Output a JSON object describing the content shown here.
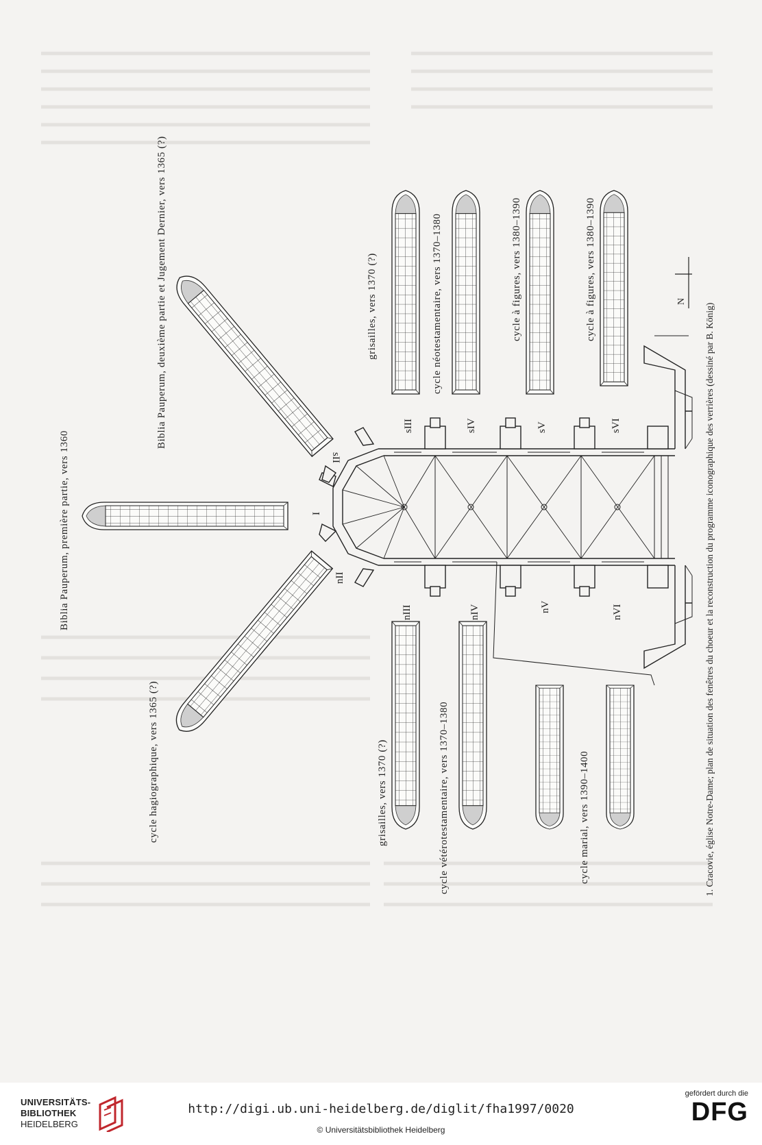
{
  "caption": "1. Cracovie, église Notre-Dame; plan de situation des fenêtres du choeur et la reconstruction du programme iconographique des verrières (dessiné par B. König)",
  "north_label": "N",
  "window_ids": {
    "I": "I",
    "nII": "nII",
    "sII": "sII",
    "nIII": "nIII",
    "sIII": "sIII",
    "nIV": "nIV",
    "sIV": "sIV",
    "nV": "nV",
    "sV": "sV",
    "nVI": "nVI",
    "sVI": "sVI"
  },
  "programmes": {
    "I": "Biblia Pauperum, première partie, vers 1360",
    "sII": "Biblia Pauperum, deuxième partie et Jugement Dernier, vers 1365 (?)",
    "nII": "cycle hagiographique, vers 1365 (?)",
    "sIII": "grisailles, vers 1370 (?)",
    "nIII": "grisailles, vers 1370 (?)",
    "sIV": "cycle néotestamentaire, vers 1370–1380",
    "nIV": "cycle vétérotestamentaire, vers 1370–1380",
    "sV": "cycle à figures, vers 1380–1390",
    "sVI": "cycle à figures, vers 1380–1390",
    "nV": "cycle marial, vers 1390–1400"
  },
  "footer": {
    "library_line1": "UNIVERSITÄTS-",
    "library_line2": "BIBLIOTHEK",
    "library_line3": "HEIDELBERG",
    "url": "http://digi.ub.uni-heidelberg.de/diglit/fha1997/0020",
    "copyright": "© Universitätsbibliothek Heidelberg",
    "funder_note": "gefördert durch die",
    "funder_name": "DFG"
  }
}
